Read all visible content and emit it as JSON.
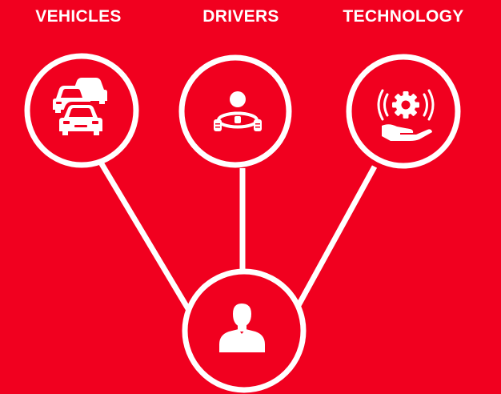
{
  "labels": {
    "vehicles": "VEHICLES",
    "drivers": "DRIVERS",
    "technology": "TECHNOLOGY"
  },
  "nodes": [
    {
      "id": "vehicles",
      "icon": "cars-icon"
    },
    {
      "id": "drivers",
      "icon": "driver-steering-wheel-icon"
    },
    {
      "id": "technology",
      "icon": "hand-gear-icon"
    },
    {
      "id": "center",
      "icon": "person-icon"
    }
  ],
  "colors": {
    "background": "#f1001f",
    "foreground": "#ffffff"
  }
}
